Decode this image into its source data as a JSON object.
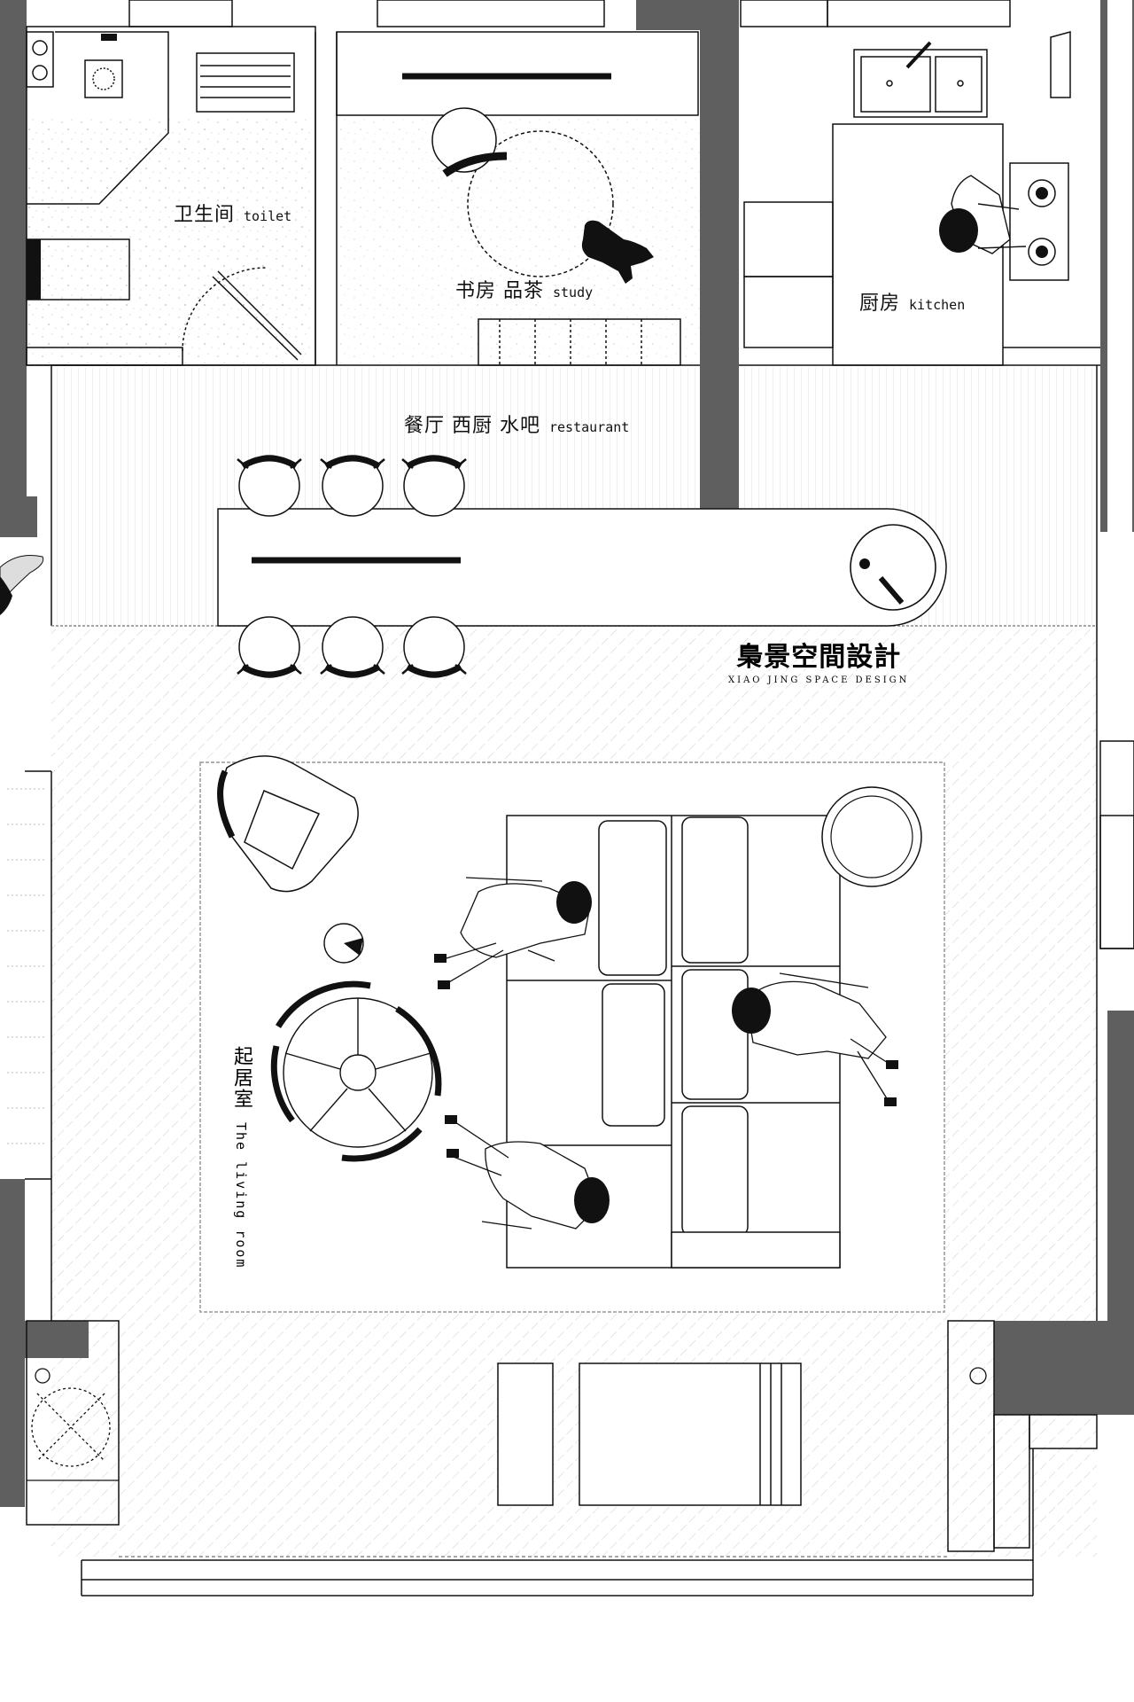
{
  "rooms": {
    "toilet": {
      "zh": "卫生间",
      "en": "toilet"
    },
    "study": {
      "zh": "书房 品茶",
      "en": "study"
    },
    "kitchen": {
      "zh": "厨房",
      "en": "kitchen"
    },
    "restaurant": {
      "zh": "餐厅 西厨 水吧",
      "en": "restaurant"
    },
    "living": {
      "zh": "起居室",
      "en": "The living room"
    }
  },
  "brand": {
    "name": "梟景空間設計",
    "tagline": "XIAO JING SPACE DESIGN"
  },
  "colors": {
    "wall": "#5f5f5f",
    "line": "#111111",
    "hatch": "#d2d2d2",
    "background": "#ffffff"
  }
}
